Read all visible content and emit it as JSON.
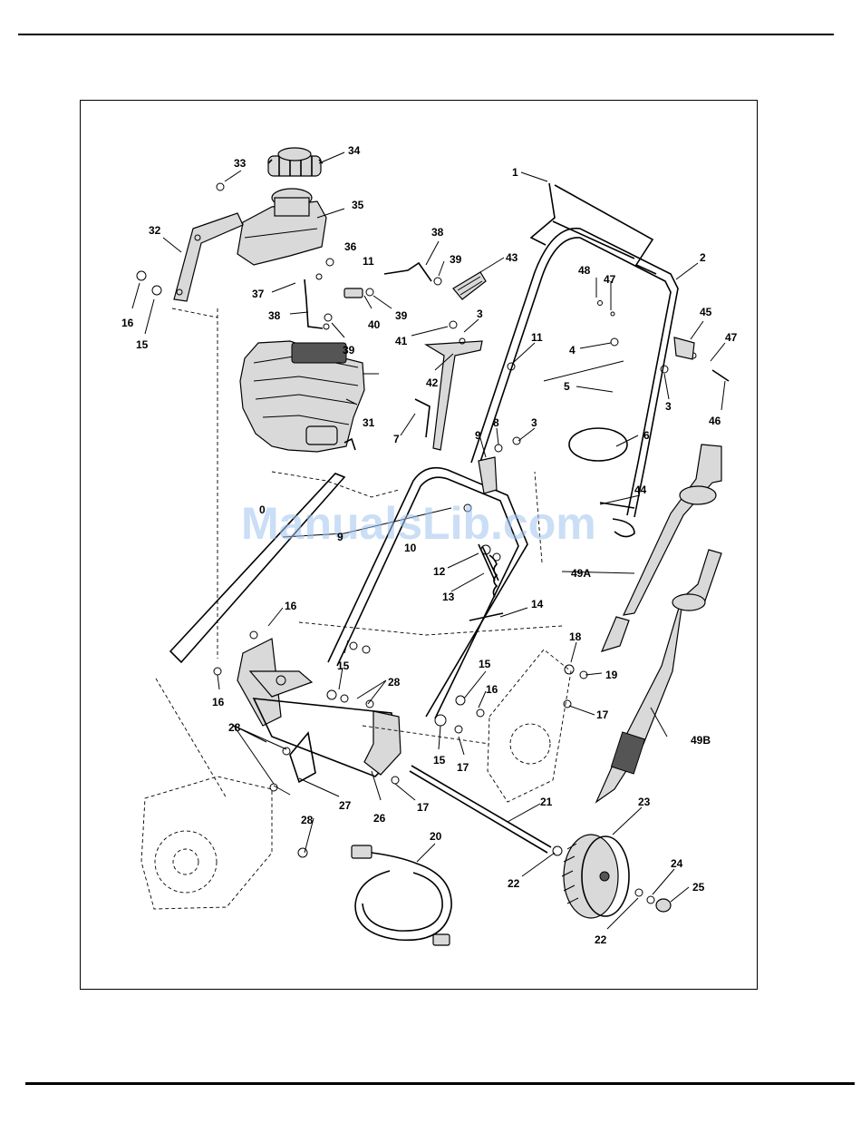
{
  "watermark": "ManualsLib.com",
  "callouts": [
    "1",
    "2",
    "3",
    "3",
    "3",
    "4",
    "5",
    "6",
    "7",
    "8",
    "9",
    "9",
    "0",
    "10",
    "11",
    "11",
    "12",
    "13",
    "14",
    "15",
    "15",
    "15",
    "15",
    "16",
    "16",
    "16",
    "16",
    "17",
    "17",
    "17",
    "18",
    "19",
    "20",
    "21",
    "22",
    "22",
    "23",
    "24",
    "25",
    "26",
    "27",
    "28",
    "28",
    "28",
    "31",
    "32",
    "33",
    "34",
    "35",
    "36",
    "37",
    "38",
    "38",
    "39",
    "39",
    "39",
    "40",
    "41",
    "42",
    "43",
    "44",
    "45",
    "46",
    "47",
    "47",
    "48",
    "49A",
    "49B"
  ]
}
